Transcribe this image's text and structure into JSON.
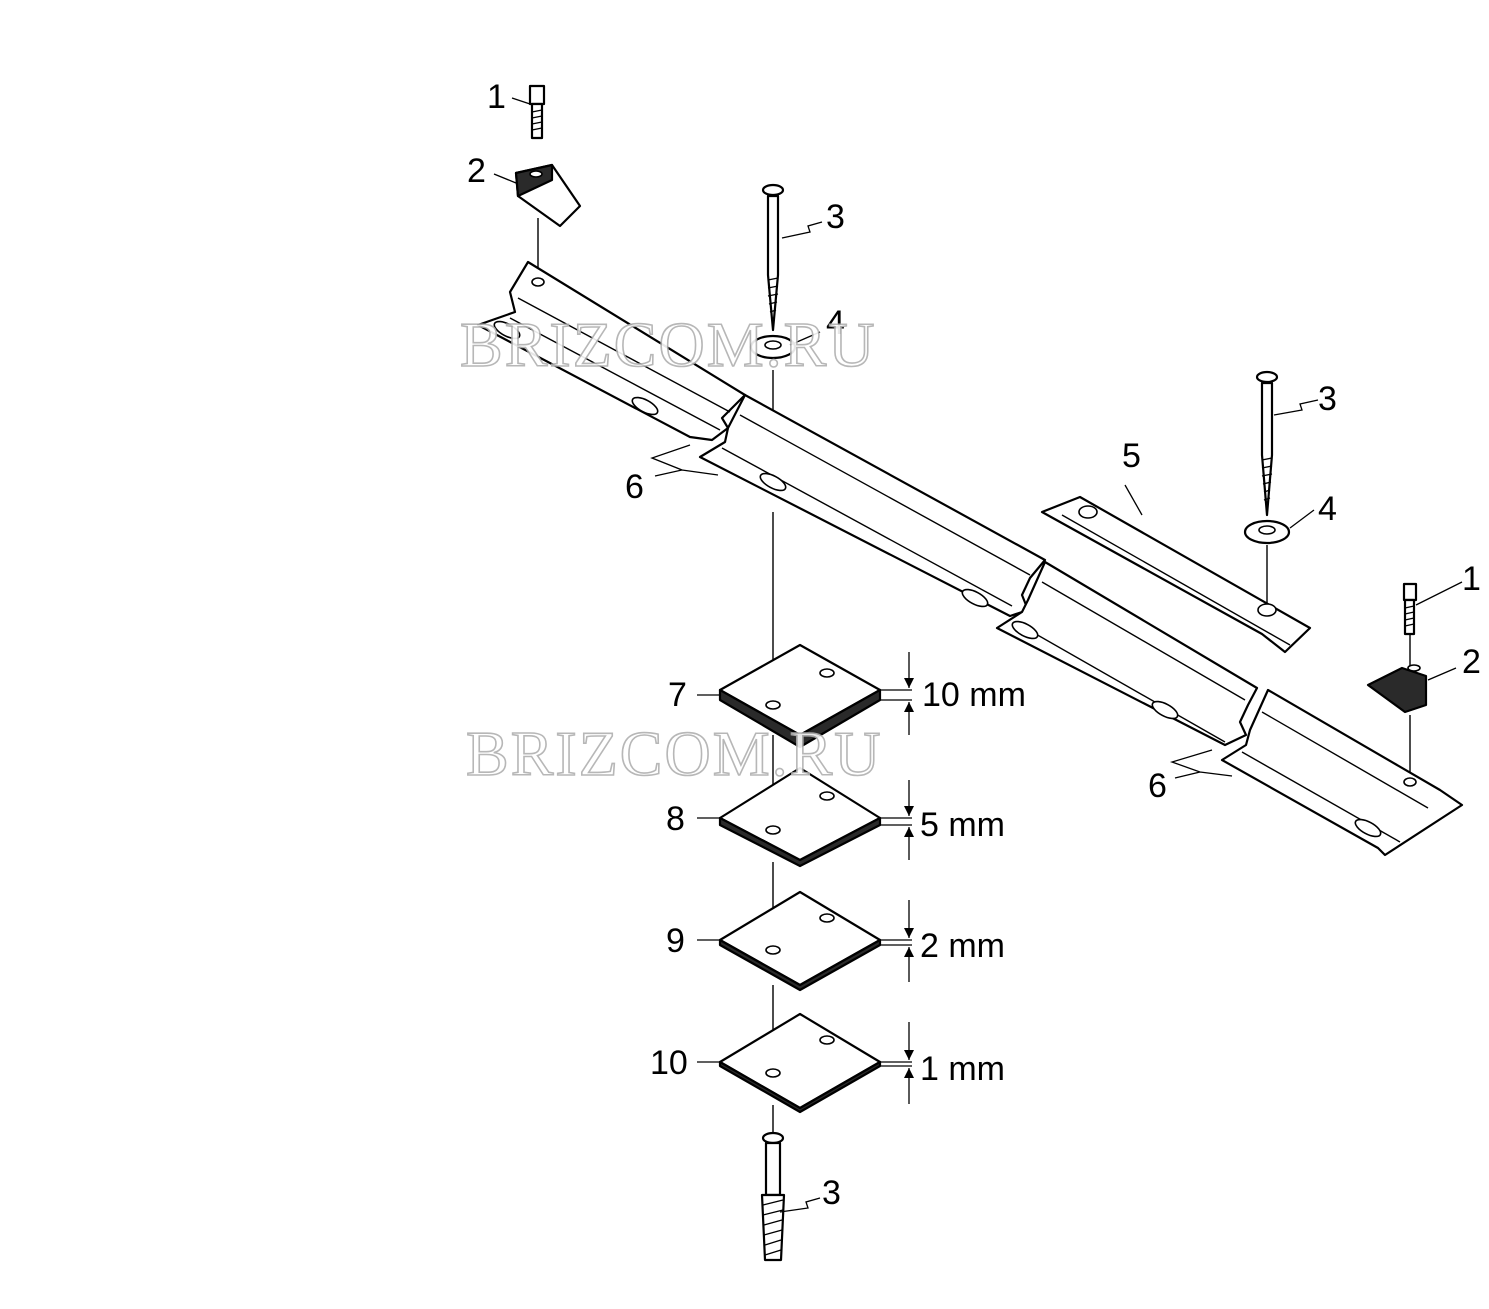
{
  "callouts": {
    "top_left_1": "1",
    "top_left_2": "2",
    "center_3": "3",
    "center_4": "4",
    "left_6": "6",
    "right_5": "5",
    "right_3": "3",
    "right_4": "4",
    "far_right_1": "1",
    "far_right_2": "2",
    "right_6": "6",
    "shim_7": "7",
    "shim_8": "8",
    "shim_9": "9",
    "shim_10": "10",
    "bottom_3": "3"
  },
  "shim_thickness": {
    "shim_7": "10 mm",
    "shim_8": "5 mm",
    "shim_9": "2 mm",
    "shim_10": "1 mm"
  },
  "watermark": {
    "upper": "BRIZCOM.RU",
    "lower": "BRIZCOM.RU"
  }
}
